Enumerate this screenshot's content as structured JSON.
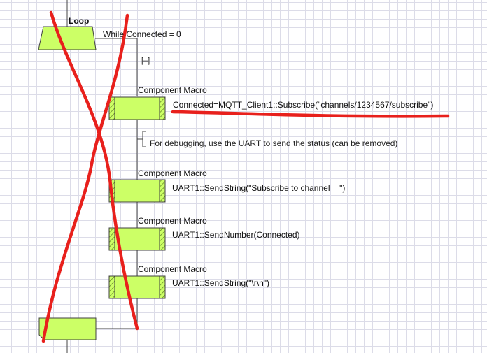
{
  "flowchart": {
    "loop": {
      "title": "Loop",
      "condition": "While Connected = 0",
      "collapse_toggle": "[–]"
    },
    "macros": [
      {
        "type_label": "Component Macro",
        "call": "Connected=MQTT_Client1::Subscribe(\"channels/1234567/subscribe\")"
      },
      {
        "type_label": "Component Macro",
        "call": "UART1::SendString(\"Subscribe to channel = \")"
      },
      {
        "type_label": "Component Macro",
        "call": "UART1::SendNumber(Connected)"
      },
      {
        "type_label": "Component Macro",
        "call": "UART1::SendString(\"\\r\\n\")"
      }
    ],
    "comment": "For debugging, use the UART to send the status (can be removed)"
  },
  "colors": {
    "icon_fill": "#ccff66",
    "icon_stroke": "#404040",
    "hatch": "#5a7a20",
    "flow_line": "#444444",
    "annotation_red": "#e8201c"
  }
}
